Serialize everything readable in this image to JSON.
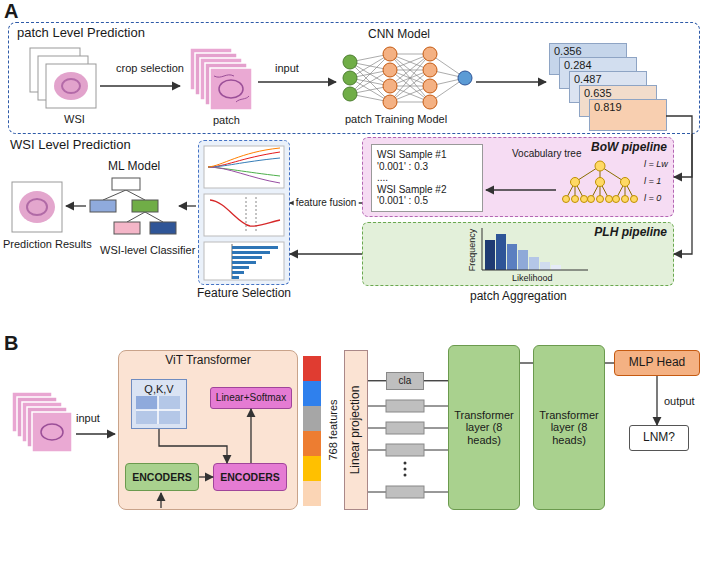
{
  "diagram": {
    "nodes": [
      {
        "text": [
          "patch Level Prediction"
        ]
      },
      {
        "text": [
          "0.356"
        ],
        "in": 0
      },
      {
        "text": [
          "0.284"
        ],
        "in": 0
      },
      {
        "text": [
          "0.487"
        ],
        "in": 0
      },
      {
        "text": [
          "0.635"
        ],
        "in": 0
      },
      {
        "text": [
          "0.819"
        ],
        "in": 0
      },
      {
        "text": [
          "BoW pipeline"
        ]
      },
      {
        "text": [
          "WSI Sample #1",
          "'0.001' : 0.3",
          "....",
          "WSI Sample #2",
          "'0.001' : 0.5"
        ],
        "in": 6
      },
      {
        "text": [
          "PLH pipeline"
        ]
      },
      {
        "text": [
          "Feature Selection"
        ]
      },
      {
        "text": [
          "ViT Transformer"
        ]
      },
      {
        "text": [
          "Q,K,V"
        ],
        "in": 10
      },
      {
        "text": [
          "Linear+Softmax"
        ],
        "in": 10
      },
      {
        "text": [
          "ENCODERS"
        ],
        "in": 10
      },
      {
        "text": [
          "ENCODERS"
        ],
        "in": 10
      },
      {
        "text": [
          "Linear projection"
        ]
      },
      {
        "text": [
          "cla"
        ]
      },
      {
        "text": [
          "Transformer layer (8 heads)"
        ]
      },
      {
        "text": [
          "Transformer layer (8 heads)"
        ]
      },
      {
        "text": [
          "MLP Head"
        ]
      },
      {
        "text": [
          "LNM?"
        ]
      }
    ],
    "edges": [
      {
        "from": 0,
        "to": 6,
        "arrow": "to"
      },
      {
        "from": 0,
        "to": 8,
        "arrow": "to"
      },
      {
        "from": 6,
        "to": 9,
        "arrow": "to",
        "label": "feature fusion"
      },
      {
        "from": 8,
        "to": 9,
        "arrow": "to"
      },
      {
        "from": 11,
        "to": 14,
        "arrow": "to"
      },
      {
        "from": 13,
        "to": 14,
        "arrow": "to"
      },
      {
        "from": 14,
        "to": 12,
        "arrow": "to"
      },
      {
        "from": 15,
        "to": 16,
        "arrow": "none"
      },
      {
        "from": 16,
        "to": 17,
        "arrow": "none"
      },
      {
        "from": 17,
        "to": 18,
        "arrow": "none"
      },
      {
        "from": 18,
        "to": 19,
        "arrow": "none"
      },
      {
        "from": 19,
        "to": 20,
        "arrow": "to",
        "label": "output"
      }
    ],
    "labels": [
      "A",
      "WSI",
      "crop selection",
      "patch",
      "input",
      "CNN Model",
      "patch Training Model",
      "WSI Level Prediction",
      "Vocabulary tree",
      "l = Lw",
      "l = 1",
      "l = 0",
      "Frequency",
      "Likelihood",
      "patch Aggregation",
      "ML Model",
      "WSI-level Classifier",
      "Prediction Results",
      "B",
      "input",
      "768 features"
    ]
  }
}
